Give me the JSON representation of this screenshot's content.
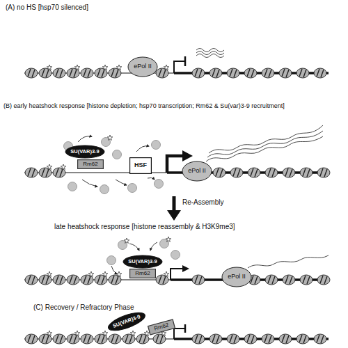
{
  "diagram": {
    "nodes": [
      {
        "text": [
          "ePol II"
        ]
      },
      {
        "text": [
          "SU(VAR)3-9"
        ]
      },
      {
        "text": [
          "Rm62"
        ]
      },
      {
        "text": [
          "HSF"
        ]
      },
      {
        "text": [
          "ePol II"
        ]
      },
      {
        "text": [
          "SU(VAR)3-9"
        ]
      },
      {
        "text": [
          "Rm62"
        ]
      },
      {
        "text": [
          "ePol II"
        ]
      },
      {
        "text": [
          "SU(VAR)3-9"
        ]
      },
      {
        "text": [
          "Rm62"
        ]
      }
    ],
    "labels": [
      "(A) no HS [hsp70 silenced]",
      "(B) early heatshock response [histone depletion; hsp70 transcription; Rm62 & Su(var)3-9 recruitment]",
      "Re-Assembly",
      "late heatshock response [histone reassembly & H3K9me3]",
      "(C) Recovery / Refractory Phase"
    ]
  }
}
